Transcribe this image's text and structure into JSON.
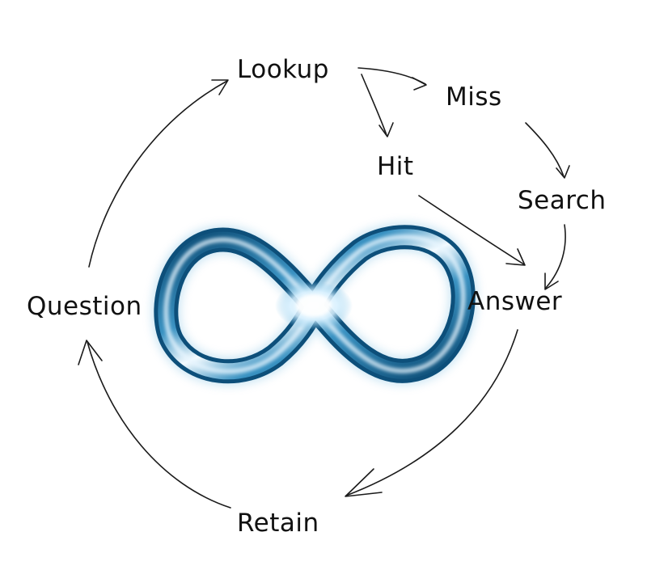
{
  "diagram": {
    "nodes": {
      "lookup": "Lookup",
      "miss": "Miss",
      "hit": "Hit",
      "search": "Search",
      "answer": "Answer",
      "retain": "Retain",
      "question": "Question"
    },
    "edges": [
      {
        "from": "Lookup",
        "to": "Miss"
      },
      {
        "from": "Lookup",
        "to": "Hit"
      },
      {
        "from": "Miss",
        "to": "Search"
      },
      {
        "from": "Hit",
        "to": "Answer"
      },
      {
        "from": "Search",
        "to": "Answer"
      },
      {
        "from": "Answer",
        "to": "Retain"
      },
      {
        "from": "Retain",
        "to": "Question"
      },
      {
        "from": "Question",
        "to": "Lookup"
      }
    ],
    "center_icon": "infinity-icon",
    "colors": {
      "ink": "#111111",
      "infinity_dark": "#0d4f7a",
      "infinity_mid": "#3c95c4",
      "infinity_light": "#e8f6ff"
    }
  }
}
